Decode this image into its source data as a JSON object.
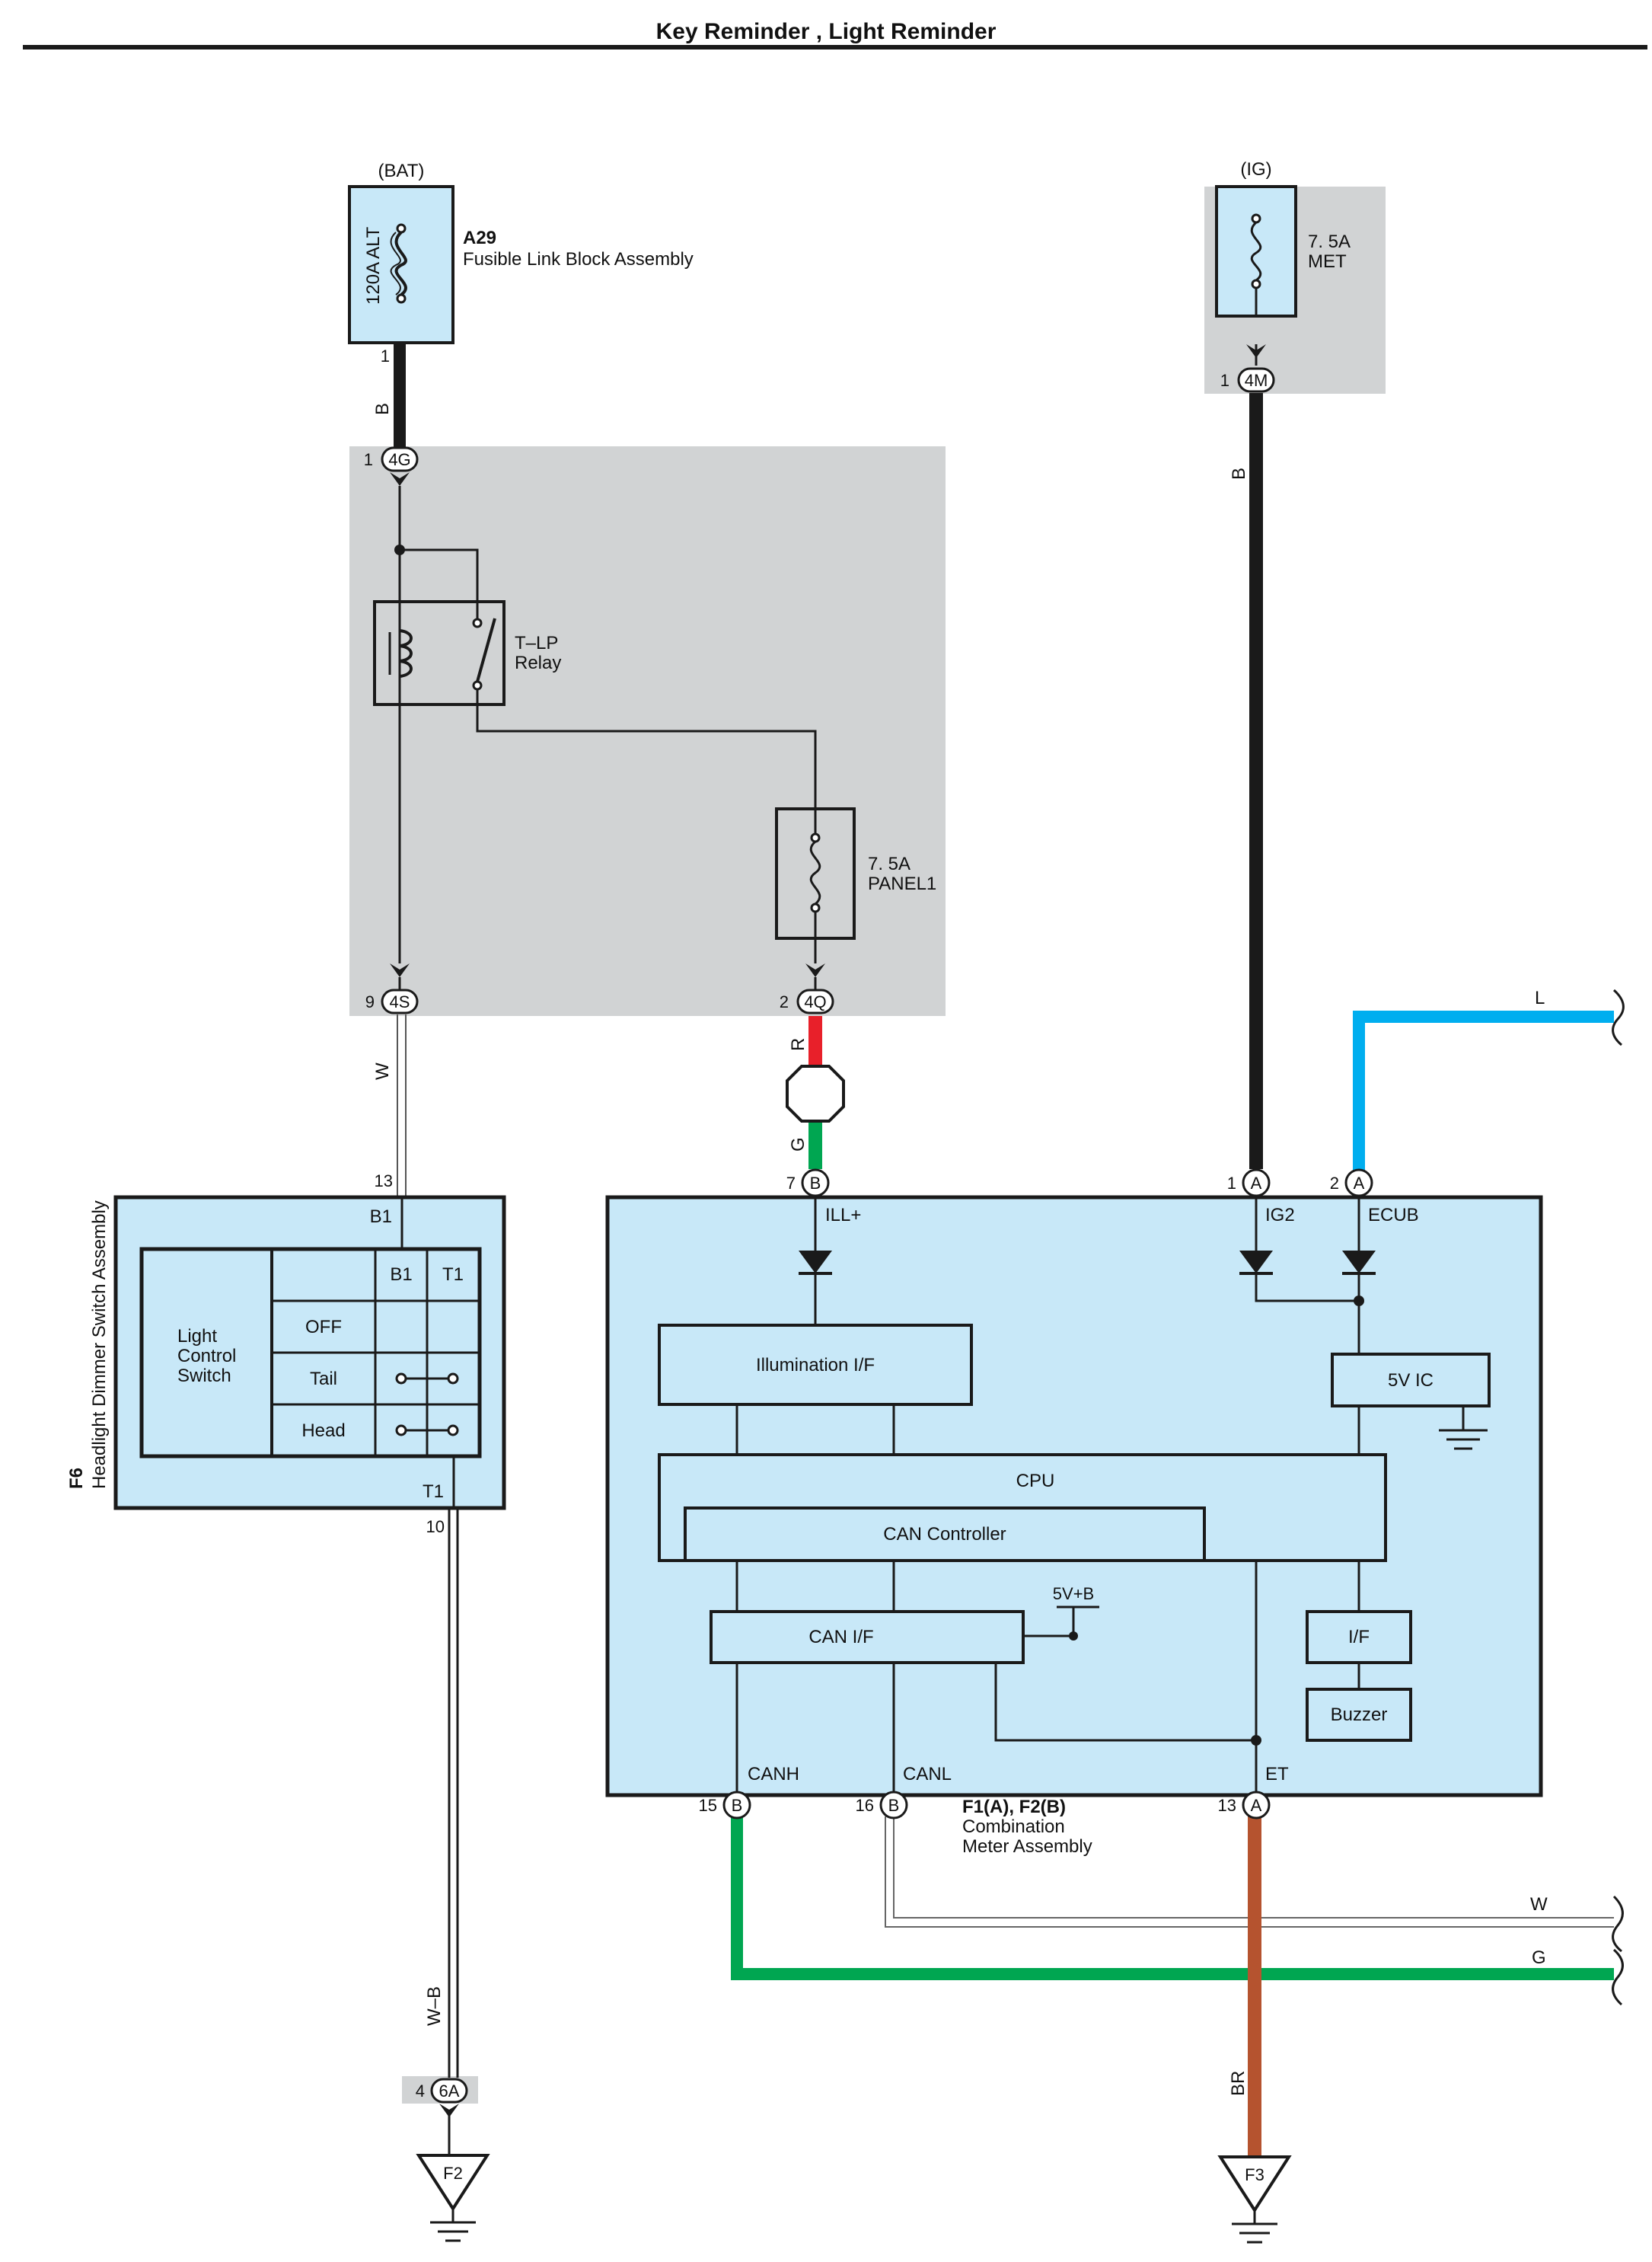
{
  "title": "Key Reminder , Light Reminder",
  "sources": {
    "bat": "(BAT)",
    "ig": "(IG)"
  },
  "fusible_link": {
    "rating": "120A ALT",
    "code": "A29",
    "name": "Fusible Link Block Assembly"
  },
  "fuses": {
    "met": {
      "rating": "7. 5A",
      "name": "MET"
    },
    "panel": {
      "rating": "7. 5A",
      "name": "PANEL1"
    }
  },
  "relay": {
    "line1": "T–LP",
    "line2": "Relay"
  },
  "junction_connectors": {
    "c4G": "4G",
    "c4S": "4S",
    "c4Q": "4Q",
    "c4M": "4M",
    "c6A": "6A"
  },
  "pins": {
    "p_a29": "1",
    "p_4g": "1",
    "p_4s": "9",
    "p_4q": "2",
    "p_4m": "1",
    "p_b7": "7",
    "p_a1": "1",
    "p_a2": "2",
    "p_f6_13": "13",
    "p_f6_10": "10",
    "p_b15": "15",
    "p_b16": "16",
    "p_a13": "13",
    "p_6a": "4"
  },
  "connector_letters": {
    "b": "B",
    "a": "A"
  },
  "wire_colors": {
    "b1": "B",
    "b2": "B",
    "w1": "W",
    "r": "R",
    "g1": "G",
    "l": "L",
    "wb": "W–B",
    "w2": "W",
    "g2": "G",
    "br": "BR"
  },
  "dimmer": {
    "code": "F6",
    "name": "Headlight Dimmer Switch Assembly",
    "term_b1": "B1",
    "term_t1": "T1",
    "switch_name": [
      "Light",
      "Control",
      "Switch"
    ],
    "col_b1": "B1",
    "col_t1": "T1",
    "positions": [
      "OFF",
      "Tail",
      "Head"
    ]
  },
  "meter": {
    "code": "F1(A), F2(B)",
    "name_line1": "Combination",
    "name_line2": "Meter Assembly",
    "terminals": {
      "ill": "ILL+",
      "ig2": "IG2",
      "ecub": "ECUB",
      "canh": "CANH",
      "canl": "CANL",
      "et": "ET"
    },
    "blocks": {
      "illumination": "Illumination I/F",
      "ic": "5V IC",
      "cpu": "CPU",
      "can_controller": "CAN Controller",
      "can_if": "CAN I/F",
      "supply": "5V+B",
      "if": "I/F",
      "buzzer": "Buzzer"
    }
  },
  "grounds": {
    "f2": "F2",
    "f3": "F3"
  },
  "colors": {
    "red": "#e8202a",
    "green": "#00a651",
    "blue": "#00aeef",
    "brown": "#b5532f",
    "black": "#1a1a1a",
    "panel_gray": "#d1d3d4",
    "component_fill": "#c8e8f8"
  }
}
